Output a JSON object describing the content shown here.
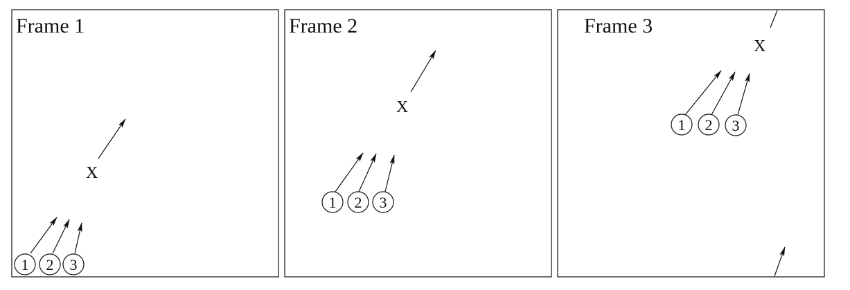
{
  "frames": [
    {
      "title": "Frame 1",
      "target": {
        "label": "X"
      },
      "pursuers": [
        {
          "label": "1"
        },
        {
          "label": "2"
        },
        {
          "label": "3"
        }
      ]
    },
    {
      "title": "Frame 2",
      "target": {
        "label": "X"
      },
      "pursuers": [
        {
          "label": "1"
        },
        {
          "label": "2"
        },
        {
          "label": "3"
        }
      ]
    },
    {
      "title": "Frame 3",
      "target": {
        "label": "X"
      },
      "pursuers": [
        {
          "label": "1"
        },
        {
          "label": "2"
        },
        {
          "label": "3"
        }
      ]
    }
  ],
  "colors": {
    "ink": "#111111",
    "background": "#ffffff"
  }
}
